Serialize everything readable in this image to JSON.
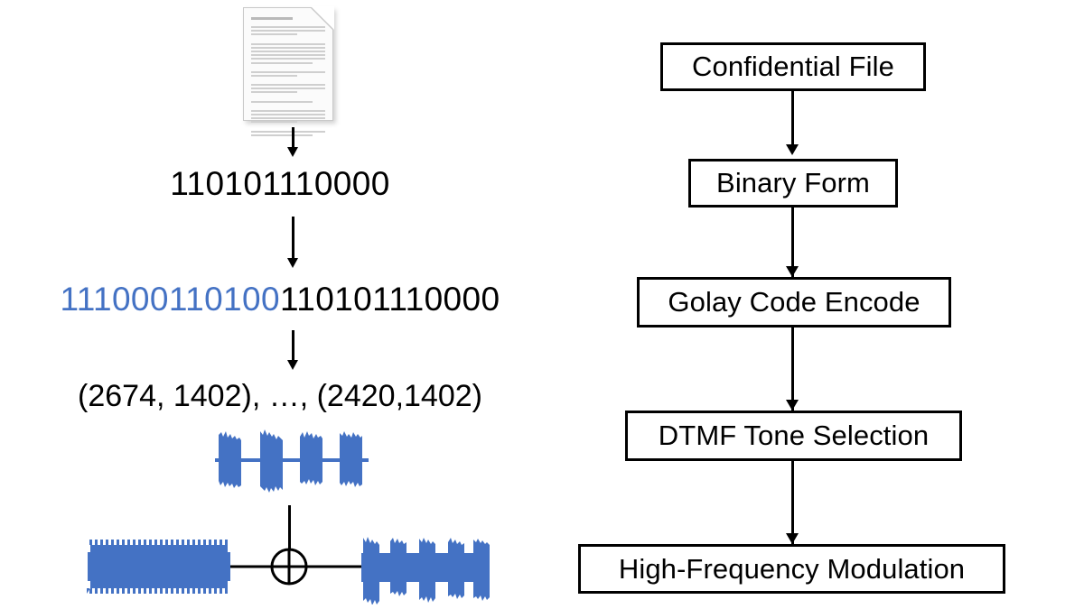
{
  "figure": {
    "title": "DTMF covert channel encoding pipeline",
    "background_color": "#ffffff",
    "accent_blue": "#4472c4",
    "line_color": "#000000"
  },
  "left_panel": {
    "document_icon": {
      "label": "confidential-document",
      "page_color": "#fbfbfb",
      "border_color": "#c9c9c9"
    },
    "binary_row": {
      "text": "110101110000"
    },
    "encoded_row": {
      "parity_bits": "111000110100",
      "message_bits": "110101110000",
      "parity_color": "#4472c4"
    },
    "tone_pairs_row": {
      "text": "(2674, 1402), …, (2420,1402)"
    },
    "waveforms": {
      "dtmf_tone_label": "dtmf-tone-burst-waveform",
      "carrier_label": "high-frequency-carrier-waveform",
      "modulated_label": "modulated-output-waveform"
    },
    "operator": {
      "symbol": "⊕",
      "name": "xor-modulation-operator"
    },
    "arrows": [
      {
        "name": "arrow-doc-to-binary"
      },
      {
        "name": "arrow-binary-to-encoded"
      },
      {
        "name": "arrow-encoded-to-tones"
      },
      {
        "name": "arrow-tones-to-xor"
      },
      {
        "name": "arrow-xor-to-output"
      }
    ]
  },
  "right_panel": {
    "flow_steps": [
      {
        "id": "confidential-file",
        "label": "Confidential File"
      },
      {
        "id": "binary-form",
        "label": "Binary Form"
      },
      {
        "id": "golay-code-encode",
        "label": "Golay Code Encode"
      },
      {
        "id": "dtmf-tone-selection",
        "label": "DTMF Tone Selection"
      },
      {
        "id": "high-frequency-modulation",
        "label": "High-Frequency Modulation"
      }
    ],
    "connector_count": 4
  }
}
